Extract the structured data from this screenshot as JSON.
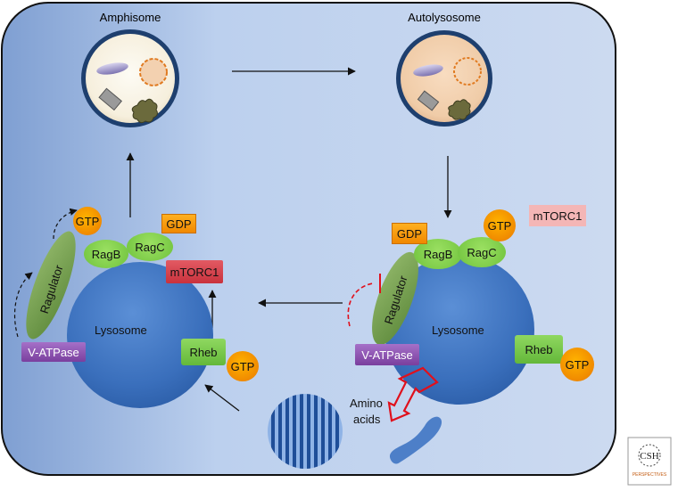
{
  "top": {
    "amphisome_label": "Amphisome",
    "autolysosome_label": "Autolysosome"
  },
  "left_lysosome": {
    "label": "Lysosome",
    "ragb": "RagB",
    "ragc": "RagC",
    "ragb_nucleotide": "GTP",
    "ragc_nucleotide": "GDP",
    "mtorc1": "mTORC1",
    "regulator": "Ragulator",
    "vatpase": "V-ATPase",
    "rheb": "Rheb",
    "rheb_nucleotide": "GTP"
  },
  "right_lysosome": {
    "label": "Lysosome",
    "ragb": "RagB",
    "ragc": "RagC",
    "ragb_nucleotide": "GDP",
    "ragc_nucleotide": "GTP",
    "mtorc1": "mTORC1",
    "regulator": "Ragulator",
    "vatpase": "V-ATPase",
    "rheb": "Rheb",
    "rheb_nucleotide": "GTP"
  },
  "amino_acids_label": [
    "Amino",
    "acids"
  ],
  "logo": {
    "text_main": "CSH",
    "text_sub": "PERSPECTIVES"
  },
  "colors": {
    "cell_fill_dark": "#8fb0dc",
    "cell_fill_light": "#d2def0",
    "lysosome": "#3a6fb8",
    "mtorc1_active": "#d9434e",
    "mtorc1_inactive": "#f4b6b6",
    "ragulator": "#6f9a4a",
    "inhibition_red": "#e0101c"
  }
}
